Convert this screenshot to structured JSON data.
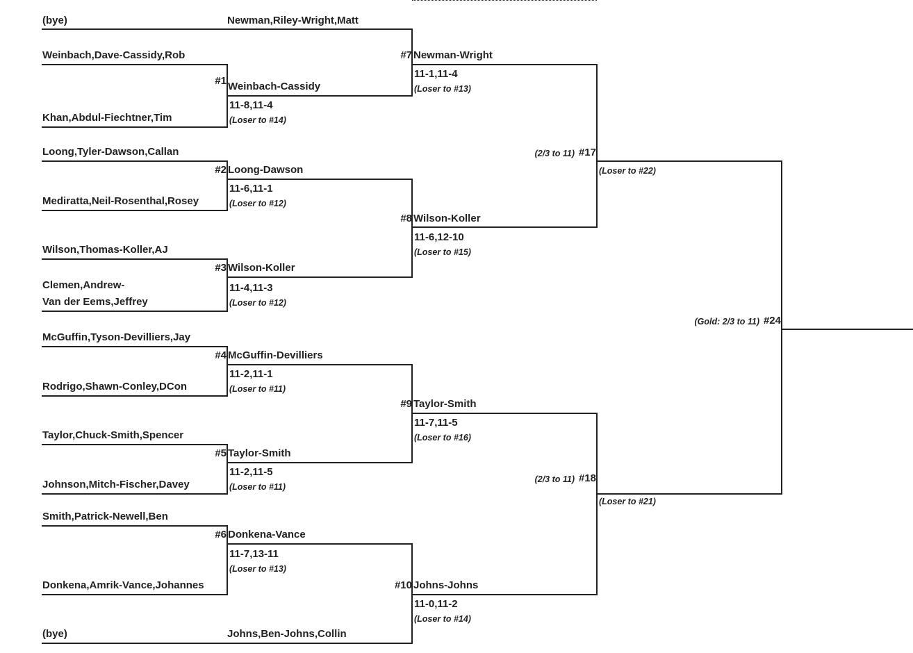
{
  "round1": {
    "bye_top": "(bye)",
    "bye_bottom": "(bye)",
    "m1": {
      "label": "#1",
      "a": "Weinbach,Dave-Cassidy,Rob",
      "b": "Khan,Abdul-Fiechtner,Tim",
      "winner": "Weinbach-Cassidy",
      "score": "11-8,11-4",
      "note": "(Loser to #14)"
    },
    "m2": {
      "label": "#2",
      "a": "Loong,Tyler-Dawson,Callan",
      "b": "Mediratta,Neil-Rosenthal,Rosey",
      "winner": "Loong-Dawson",
      "score": "11-6,11-1",
      "note": "(Loser to #12)"
    },
    "m3": {
      "label": "#3",
      "a": "Wilson,Thomas-Koller,AJ",
      "b_line1": "Clemen,Andrew-",
      "b_line2": "Van der Eems,Jeffrey",
      "winner": "Wilson-Koller",
      "score": "11-4,11-3",
      "note": "(Loser to #12)"
    },
    "m4": {
      "label": "#4",
      "a": "McGuffin,Tyson-Devilliers,Jay",
      "b": "Rodrigo,Shawn-Conley,DCon",
      "winner": "McGuffin-Devilliers",
      "score": "11-2,11-1",
      "note": "(Loser to #11)"
    },
    "m5": {
      "label": "#5",
      "a": "Taylor,Chuck-Smith,Spencer",
      "b": "Johnson,Mitch-Fischer,Davey",
      "winner": "Taylor-Smith",
      "score": "11-2,11-5",
      "note": "(Loser to #11)"
    },
    "m6": {
      "label": "#6",
      "a": "Smith,Patrick-Newell,Ben",
      "b": "Donkena,Amrik-Vance,Johannes",
      "winner": "Donkena-Vance",
      "score": "11-7,13-11",
      "note": "(Loser to #13)"
    }
  },
  "round2": {
    "top_team": "Newman,Riley-Wright,Matt",
    "bottom_team": "Johns,Ben-Johns,Collin",
    "m7": {
      "label": "#7",
      "winner": "Newman-Wright",
      "score": "11-1,11-4",
      "note": "(Loser to #13)"
    },
    "m8": {
      "label": "#8",
      "winner": "Wilson-Koller",
      "score": "11-6,12-10",
      "note": "(Loser to #15)"
    },
    "m9": {
      "label": "#9",
      "winner": "Taylor-Smith",
      "score": "11-7,11-5",
      "note": "(Loser to #16)"
    },
    "m10": {
      "label": "#10",
      "winner": "Johns-Johns",
      "score": "11-0,11-2",
      "note": "(Loser to #14)"
    }
  },
  "round3": {
    "m17": {
      "label": "#17",
      "format": "(2/3 to 11)",
      "note": "(Loser to #22)"
    },
    "m18": {
      "label": "#18",
      "format": "(2/3 to 11)",
      "note": "(Loser to #21)"
    }
  },
  "final": {
    "m24": {
      "label": "#24",
      "format": "(Gold: 2/3 to 11)"
    }
  }
}
